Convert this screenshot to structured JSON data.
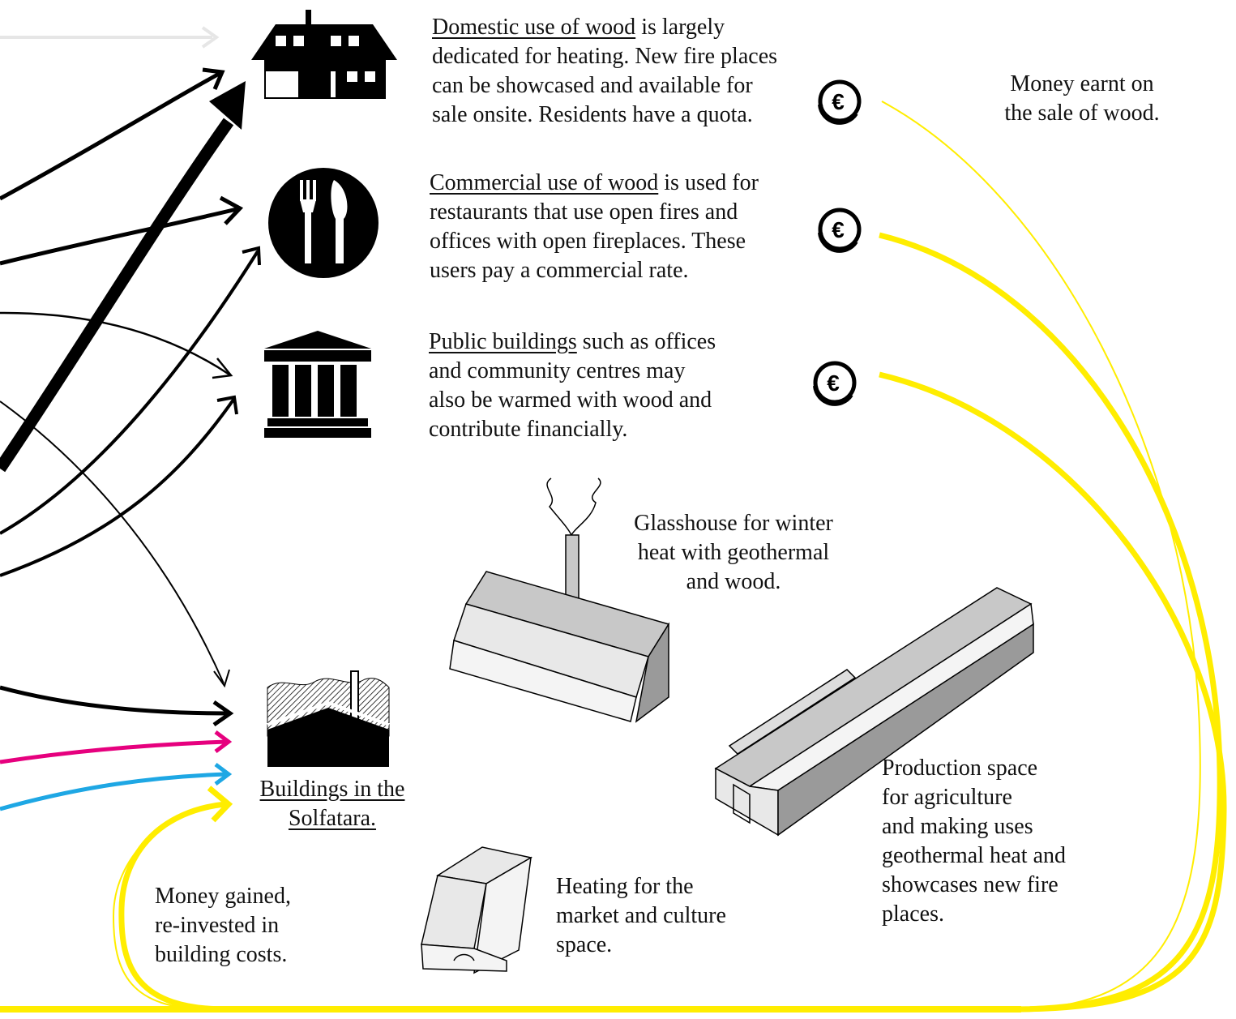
{
  "colors": {
    "black": "#000000",
    "grey_arrow": "#e6e6e6",
    "magenta": "#e6007e",
    "cyan": "#1ea7e4",
    "yellow": "#ffed00",
    "building_fill": "#e8e8e8"
  },
  "uses": {
    "domestic": {
      "title": "Domestic use of wood",
      "line1_rest": " is largely",
      "line2": "dedicated for heating.  New fire places",
      "line3": "can be showcased and available for",
      "line4": "sale onsite. Residents have a quota."
    },
    "commercial": {
      "title": "Commercial use of wood",
      "line1_rest": " is used for",
      "line2": "restaurants that use open fires and",
      "line3": "offices with open fireplaces.  These",
      "line4": "users pay a commercial rate."
    },
    "public": {
      "title": "Public buildings",
      "line1_rest": " such as offices",
      "line2": "and community centres may",
      "line3": "also be warmed with wood and",
      "line4": "contribute financially."
    }
  },
  "money_earnt": {
    "line1": "Money earnt on",
    "line2": "the sale of wood."
  },
  "euro_symbol": "€",
  "glasshouse": {
    "line1": "Glasshouse for winter",
    "line2": "heat with geothermal",
    "line3": "and wood."
  },
  "production": {
    "line1": "Production space",
    "line2": "for agriculture",
    "line3": "and making uses",
    "line4": "geothermal heat and",
    "line5": "showcases new fire",
    "line6": "places."
  },
  "market": {
    "line1": "Heating for the",
    "line2": "market and culture",
    "line3": "space."
  },
  "solfatara": {
    "line1": "Buildings in the ",
    "line2": "Solfatara."
  },
  "money_gained": {
    "line1": "Money gained,",
    "line2": "re-invested in",
    "line3": "building costs."
  },
  "icons": [
    "house-icon",
    "restaurant-icon",
    "public-building-icon",
    "solfatara-building-icon",
    "euro-coin-icon",
    "glasshouse-icon",
    "production-shed-icon",
    "market-building-icon"
  ]
}
